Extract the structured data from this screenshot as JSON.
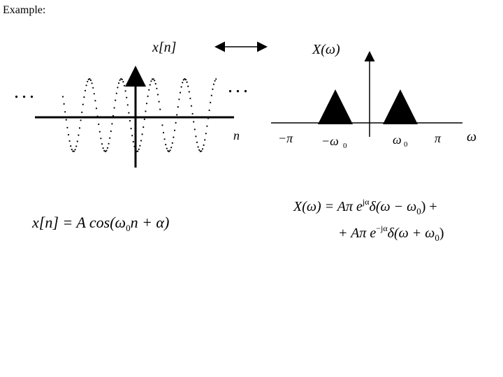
{
  "slide_title": "Example:",
  "left_plot": {
    "signal_label": "x[n]",
    "axis_label": "n",
    "ellipsis": "..."
  },
  "right_plot": {
    "spectrum_label": "X(ω)",
    "axis_label": "ω",
    "ticks": [
      "−π",
      "−ω",
      "ω",
      "π"
    ],
    "tick_subscript": "0"
  },
  "equations": {
    "time_domain": {
      "lhs": "x[n] = A cos(ω",
      "sub": "0",
      "rhs": "n + α)"
    },
    "freq_line1": {
      "a": "X(ω) = Aπ e",
      "sup": "jα",
      "b": "δ(ω − ω",
      "sub": "0",
      "c": ") +"
    },
    "freq_line2": {
      "a": "+ Aπ e",
      "sup": "−jα",
      "b": "δ(ω + ω",
      "sub": "0",
      "c": ")"
    }
  },
  "colors": {
    "stroke": "#000000"
  }
}
